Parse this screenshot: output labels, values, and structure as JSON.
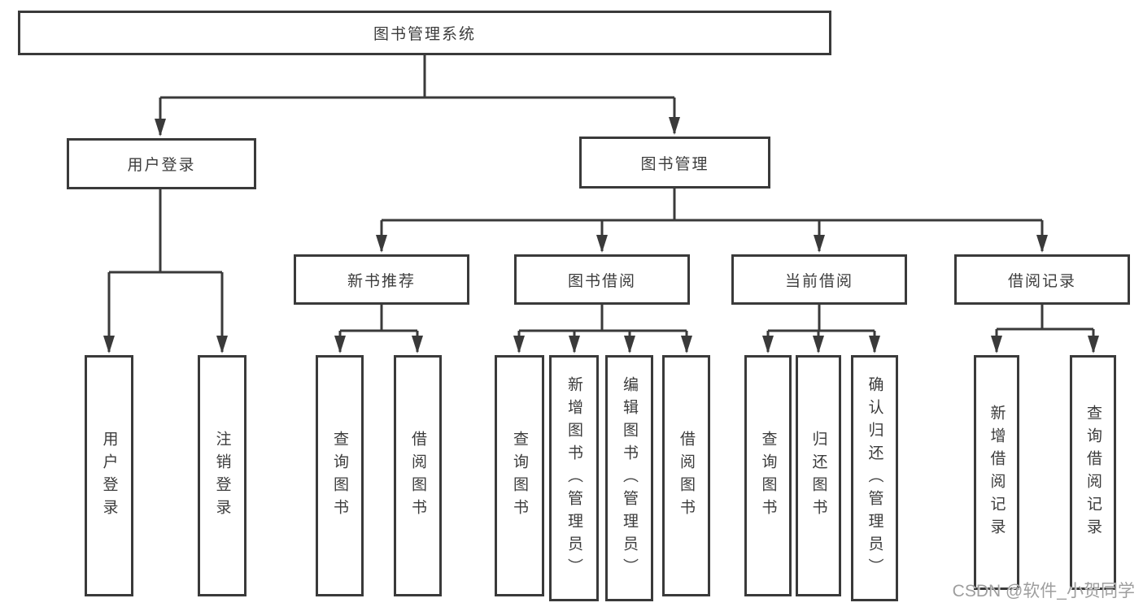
{
  "diagram": {
    "title": "图书管理系统",
    "colors": {
      "line": "#3a3a3a",
      "text": "#3c3c3c",
      "background": "#ffffff",
      "watermark": "#9e9e9e"
    },
    "nodes": {
      "root": {
        "label": "图书管理系统"
      },
      "branches": [
        {
          "label": "用户登录"
        },
        {
          "label": "图书管理"
        }
      ],
      "modules": [
        {
          "label": "新书推荐"
        },
        {
          "label": "图书借阅"
        },
        {
          "label": "当前借阅"
        },
        {
          "label": "借阅记录"
        }
      ],
      "leaves": [
        {
          "label": "用户登录"
        },
        {
          "label": "注销登录"
        },
        {
          "label": "查询图书"
        },
        {
          "label": "借阅图书"
        },
        {
          "label": "查询图书"
        },
        {
          "label": "新增图书（管理员）"
        },
        {
          "label": "编辑图书（管理员）"
        },
        {
          "label": "借阅图书"
        },
        {
          "label": "查询图书"
        },
        {
          "label": "归还图书"
        },
        {
          "label": "确认归还（管理员）"
        },
        {
          "label": "新增借阅记录"
        },
        {
          "label": "查询借阅记录"
        }
      ]
    },
    "watermark": {
      "text": "CSDN @软件_小贺同学"
    }
  }
}
